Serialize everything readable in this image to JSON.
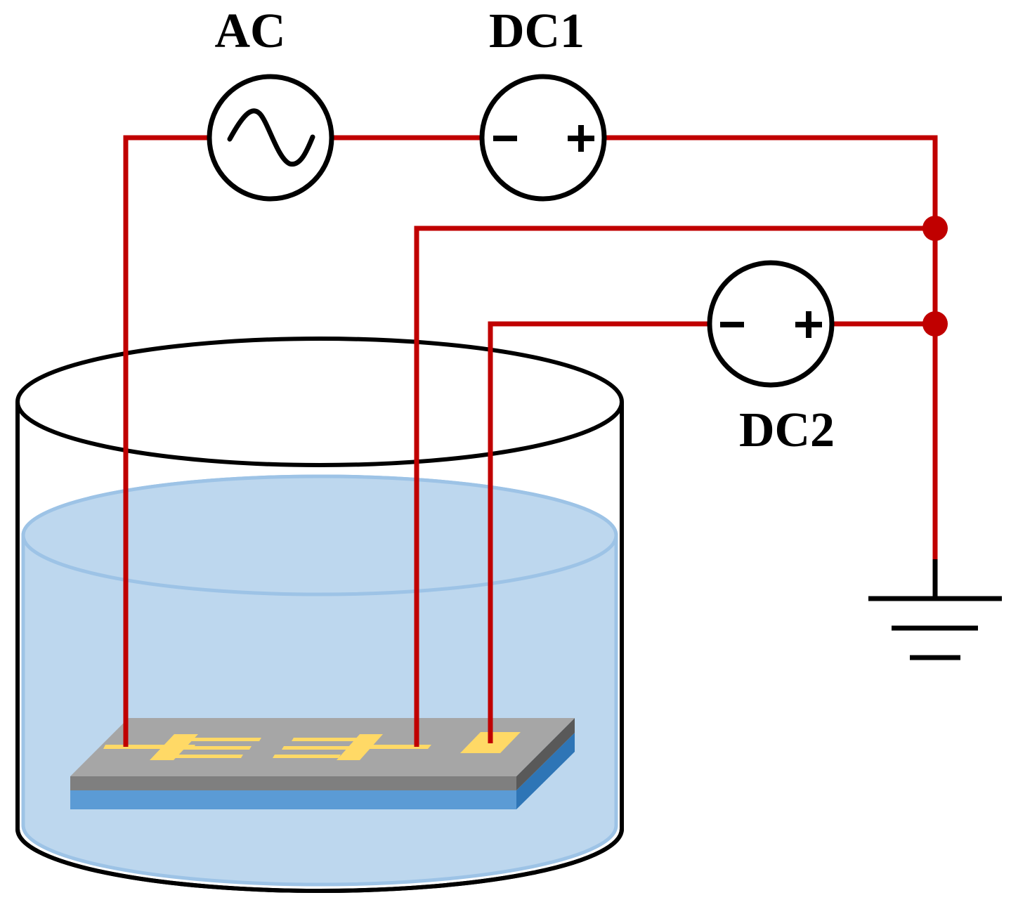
{
  "labels": {
    "ac": "AC",
    "dc1": "DC1",
    "dc2": "DC2"
  },
  "colors": {
    "wire": "#c00000",
    "outline": "#000000",
    "liquid": "#bdd7ee",
    "liquid_edge": "#9dc3e6",
    "chip_top": "#a6a6a6",
    "chip_side": "#7f7f7f",
    "substrate": "#5b9bd5",
    "substrate_side": "#2e75b6",
    "electrode": "#ffd966"
  },
  "icons": {
    "ac_source": "sine-wave-icon",
    "dc_source": "minus-plus-polarity-icon",
    "ground": "ground-icon",
    "junction": "junction-dot-icon"
  }
}
